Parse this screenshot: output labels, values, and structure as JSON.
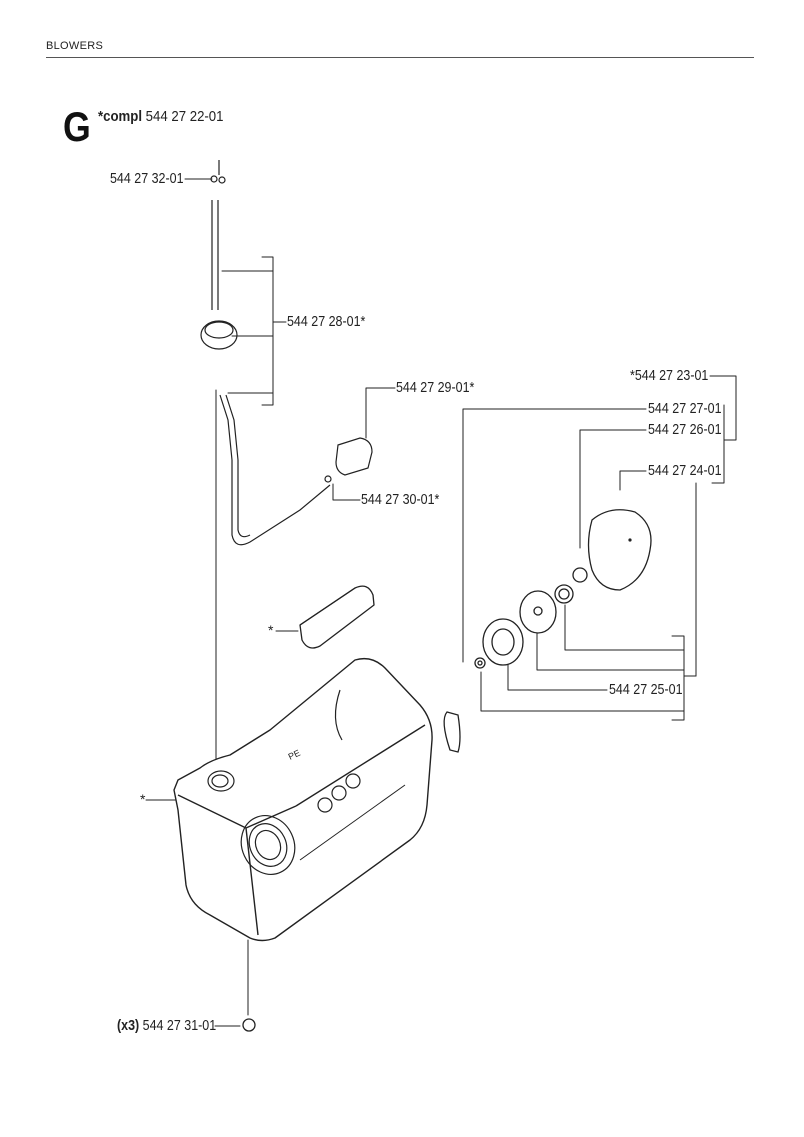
{
  "header": {
    "title": "BLOWERS"
  },
  "section": {
    "letter": "G",
    "compl_prefix": "*compl",
    "compl_number": "544 27 22-01"
  },
  "parts": {
    "p3201": "544 27 32-01",
    "p2801": "544 27 28-01*",
    "p2901": "544 27 29-01*",
    "p3001": "544 27 30-01*",
    "p2301": "*544 27 23-01",
    "p2701": "544 27 27-01",
    "p2601": "544 27 26-01",
    "p2401": "544 27 24-01",
    "p2501": "544 27 25-01",
    "p3101_qty": "(x3)",
    "p3101": "544 27 31-01"
  },
  "stars": {
    "foam": "*",
    "tank": "*"
  },
  "tank_text": "PE"
}
